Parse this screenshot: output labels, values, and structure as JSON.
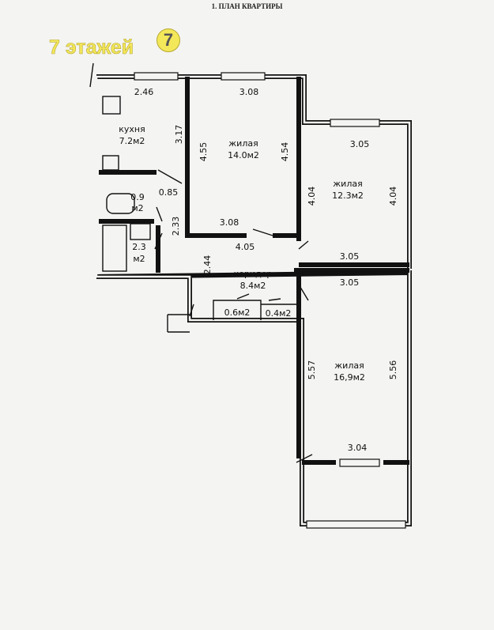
{
  "header": {
    "title": "1. ПЛАН КВАРТИРЫ",
    "floors_label": "7 этажей",
    "badge": "7"
  },
  "rooms": {
    "kitchen": {
      "name": "кухня",
      "area": "7.2м2",
      "dim_top": "2.46",
      "dim_right": "3.17"
    },
    "toilet": {
      "area_num": "0.9",
      "area_unit": "м2",
      "dim": "0.85"
    },
    "bathroom": {
      "area_num": "2.3",
      "area_unit": "м2",
      "dim": "2.33"
    },
    "living1": {
      "name": "жилая",
      "area": "14.0м2",
      "dim_top": "3.08",
      "dim_bottom": "3.08",
      "dim_left": "4.55",
      "dim_right": "4.54"
    },
    "living2": {
      "name": "жилая",
      "area": "12.3м2",
      "dim_top": "3.05",
      "dim_bottom": "3.05",
      "dim_left": "4.04",
      "dim_right": "4.04"
    },
    "corridor": {
      "name": "коридор",
      "area": "8.4м2",
      "dim_top": "4.05",
      "dim_left": "2.44"
    },
    "closet1": {
      "area": "0.6м2"
    },
    "closet2": {
      "area": "0.4м2"
    },
    "living3": {
      "name": "жилая",
      "area": "16,9м2",
      "dim_top": "3.05",
      "dim_bottom": "3.04",
      "dim_left": "5.57",
      "dim_right": "5.56"
    }
  }
}
